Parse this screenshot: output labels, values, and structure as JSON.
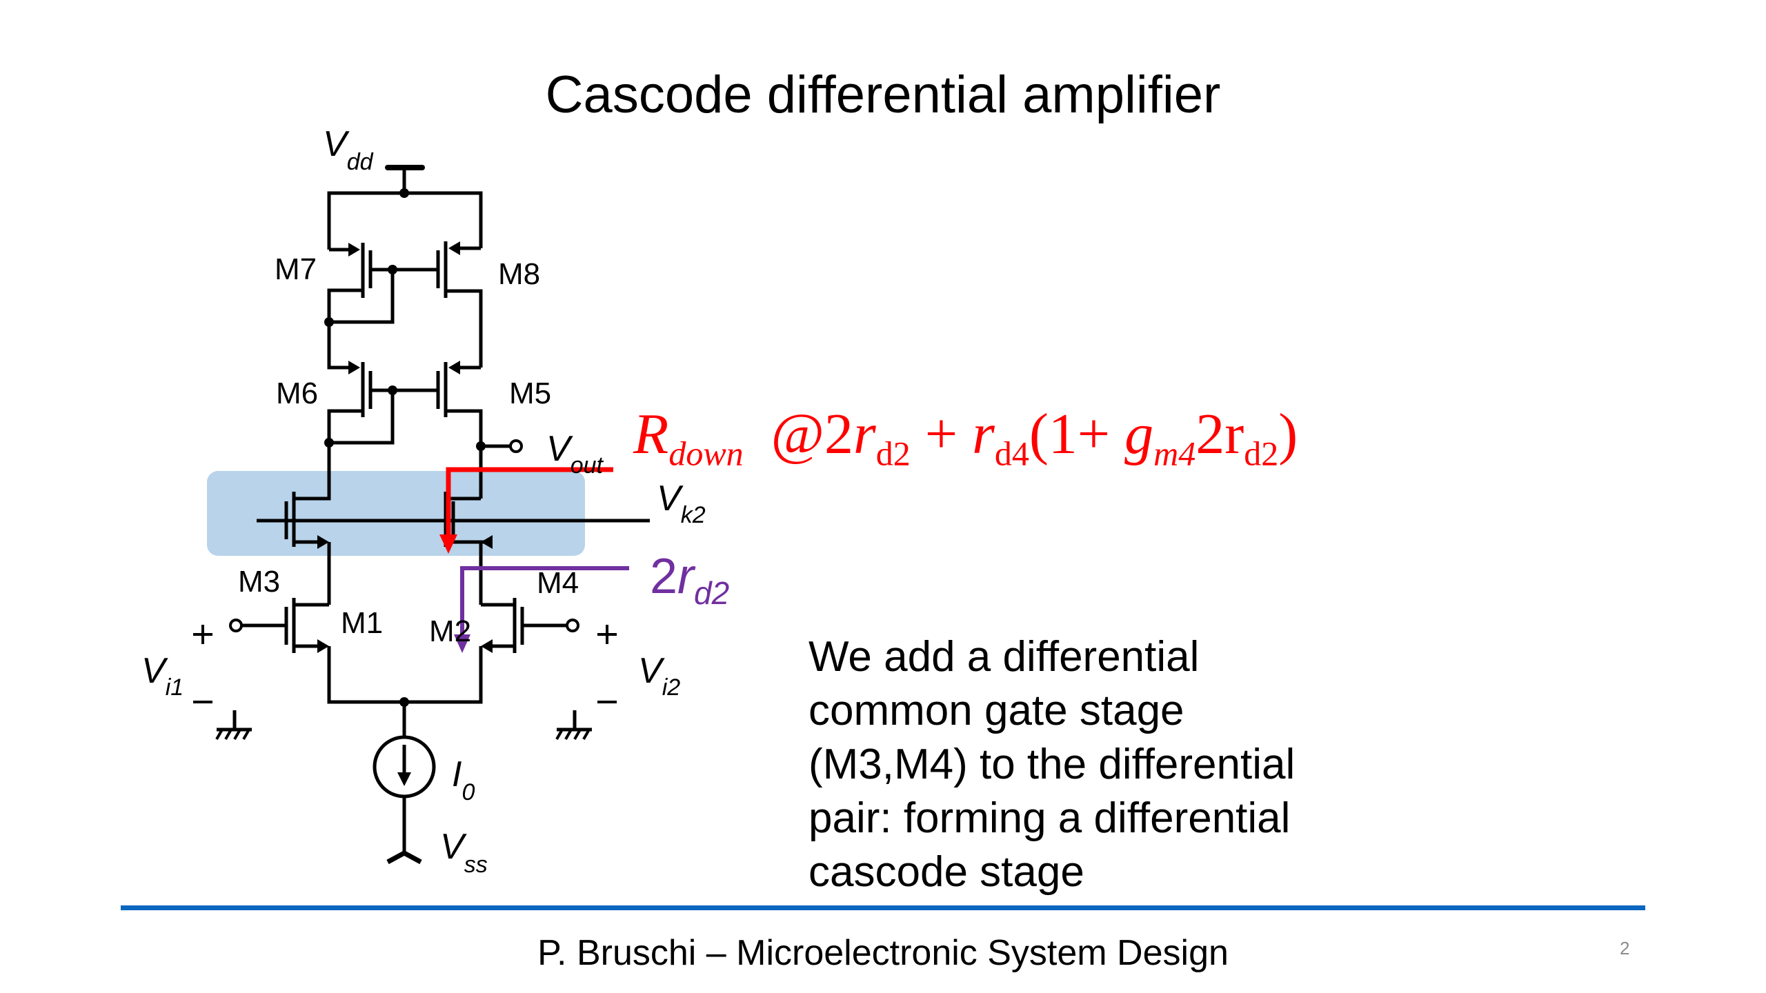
{
  "slide": {
    "title": "Cascode differential amplifier",
    "footer": "P. Bruschi – Microelectronic System Design",
    "page_number": "2"
  },
  "schematic": {
    "supply_top": {
      "main": "V",
      "sub": "dd"
    },
    "supply_bottom": {
      "main": "V",
      "sub": "ss"
    },
    "bias_voltage": {
      "main": "V",
      "sub": "k2"
    },
    "output": {
      "main": "V",
      "sub": "out"
    },
    "current_source": {
      "main": "I",
      "sub": "0"
    },
    "input_left": {
      "main": "V",
      "sub": "i1",
      "plus": "+",
      "minus": "–"
    },
    "input_right": {
      "main": "V",
      "sub": "i2",
      "plus": "+",
      "minus": "–"
    },
    "transistors": {
      "m1": "M1",
      "m2": "M2",
      "m3": "M3",
      "m4": "M4",
      "m5": "M5",
      "m6": "M6",
      "m7": "M7",
      "m8": "M8"
    },
    "highlight_color": "#b8d3ea",
    "wire_color": "#000000"
  },
  "annotations": {
    "formula": {
      "lhs": "R",
      "lhs_sub": "down",
      "approx": "@",
      "t1": "2r",
      "t1_sub": "d2",
      "plus": "+",
      "t2": "r",
      "t2_sub": "d4",
      "open": "(1+",
      "t3": "g",
      "t3_sub": "m4",
      "t4": "2r",
      "t4_sub": "d2",
      "close": ")",
      "color": "#ff0000"
    },
    "rd2": {
      "coef": "2",
      "main": "r",
      "sub": "d2",
      "color": "#7030a0"
    }
  },
  "body_text": [
    "We add a differential",
    "common gate stage",
    "(M3,M4) to the differential",
    "pair: forming a differential",
    "cascode stage"
  ]
}
